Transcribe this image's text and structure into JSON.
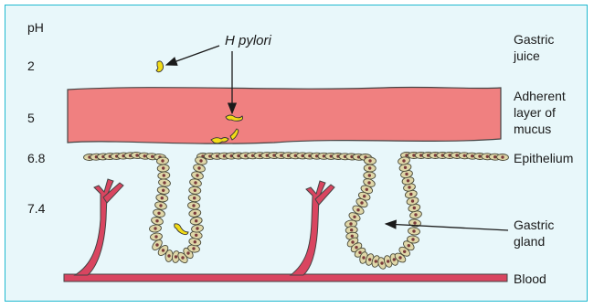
{
  "ph_header": "pH",
  "ph_values": [
    "2",
    "5",
    "6.8",
    "7.4"
  ],
  "labels": {
    "pylori": "H pylori",
    "gastric_juice": [
      "Gastric",
      "juice"
    ],
    "mucus": [
      "Adherent",
      "layer of",
      "mucus"
    ],
    "epithelium": "Epithelium",
    "gastric_gland": [
      "Gastric",
      "gland"
    ],
    "blood": "Blood"
  },
  "colors": {
    "mucus": "#f08080",
    "cell_fill": "#dfd7a8",
    "cell_stroke": "#4a4a3a",
    "nucleus": "#7a3b3b",
    "bacteria": "#f2dc17",
    "vessel": "#d94560",
    "border": "#1fb8cf",
    "background": "#e8f7fa"
  }
}
